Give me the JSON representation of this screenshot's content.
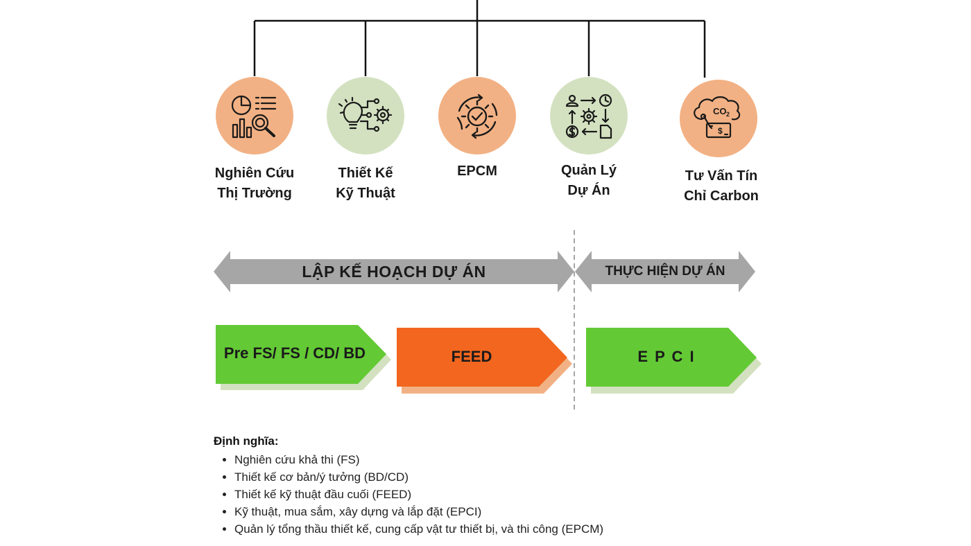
{
  "colors": {
    "orange_circle": "#f2b184",
    "green_circle": "#d3e1c0",
    "arrow_gray": "#a6a6a6",
    "green_phase": "#63c935",
    "green_shadow": "#d3e1c0",
    "orange_phase": "#f2661f",
    "orange_shadow": "#f2b184",
    "line": "#111111"
  },
  "services": [
    {
      "icon": "market-research-icon",
      "line1": "Nghiên Cứu",
      "line2": "Thị Trường"
    },
    {
      "icon": "engineering-design-icon",
      "line1": "Thiết Kế",
      "line2": "Kỹ Thuật"
    },
    {
      "icon": "epcm-gear-cycle-icon",
      "line1": "EPCM",
      "line2": ""
    },
    {
      "icon": "project-management-icon",
      "line1": "Quản Lý",
      "line2": "Dự Án"
    },
    {
      "icon": "carbon-credit-icon",
      "line1": "Tư Vấn Tín",
      "line2": "Chỉ Carbon"
    }
  ],
  "stages": {
    "planning": "LẬP KẾ HOẠCH DỰ ÁN",
    "execution": "THỰC HIỆN DỰ ÁN"
  },
  "phases": {
    "pre_fs": "Pre FS/ FS / CD/ BD",
    "feed": "FEED",
    "epci": "E P C I"
  },
  "definitions": {
    "title": "Định nghĩa:",
    "items": [
      "Nghiên cứu khả thi (FS)",
      "Thiết kế cơ bản/ý tưởng (BD/CD)",
      "Thiết kế kỹ thuật đầu cuối (FEED)",
      "Kỹ thuật, mua sắm, xây dựng và lắp đặt (EPCI)",
      "Quản lý tổng thầu thiết kế, cung cấp vật tư thiết bị, và thi công (EPCM)"
    ]
  }
}
